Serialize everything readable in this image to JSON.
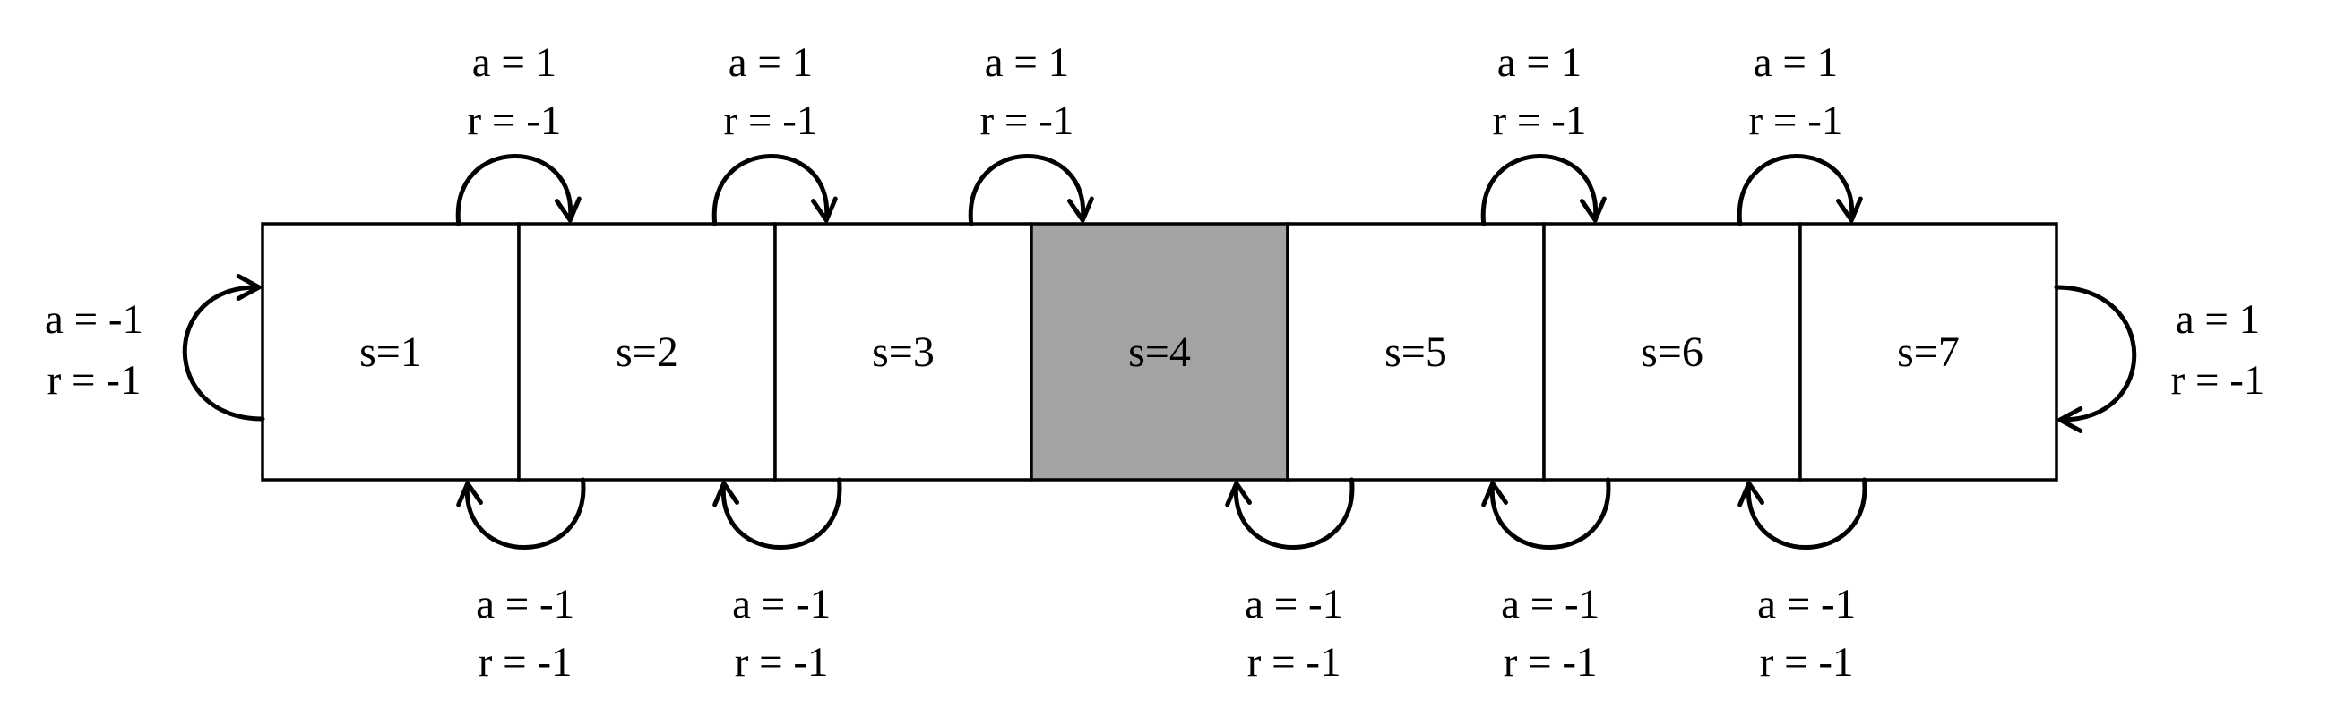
{
  "diagram": {
    "states": [
      {
        "label": "s=1",
        "highlighted": false
      },
      {
        "label": "s=2",
        "highlighted": false
      },
      {
        "label": "s=3",
        "highlighted": false
      },
      {
        "label": "s=4",
        "highlighted": true
      },
      {
        "label": "s=5",
        "highlighted": false
      },
      {
        "label": "s=6",
        "highlighted": false
      },
      {
        "label": "s=7",
        "highlighted": false
      }
    ],
    "colors": {
      "highlight_fill": "#a3a3a3",
      "state_fill": "#ffffff",
      "stroke": "#000000"
    },
    "transitions_top": [
      {
        "from": "s=1",
        "to": "s=2",
        "action": "a = 1",
        "reward": "r = -1"
      },
      {
        "from": "s=2",
        "to": "s=3",
        "action": "a = 1",
        "reward": "r = -1"
      },
      {
        "from": "s=3",
        "to": "s=4",
        "action": "a = 1",
        "reward": "r = -1"
      },
      {
        "from": "s=5",
        "to": "s=6",
        "action": "a = 1",
        "reward": "r = -1"
      },
      {
        "from": "s=6",
        "to": "s=7",
        "action": "a = 1",
        "reward": "r = -1"
      }
    ],
    "transitions_bottom": [
      {
        "from": "s=2",
        "to": "s=1",
        "action": "a = -1",
        "reward": "r = -1"
      },
      {
        "from": "s=3",
        "to": "s=2",
        "action": "a = -1",
        "reward": "r = -1"
      },
      {
        "from": "s=5",
        "to": "s=4",
        "action": "a = -1",
        "reward": "r = -1"
      },
      {
        "from": "s=6",
        "to": "s=5",
        "action": "a = -1",
        "reward": "r = -1"
      },
      {
        "from": "s=7",
        "to": "s=6",
        "action": "a = -1",
        "reward": "r = -1"
      }
    ],
    "self_loops": [
      {
        "state": "s=1",
        "action": "a = -1",
        "reward": "r = -1"
      },
      {
        "state": "s=7",
        "action": "a = 1",
        "reward": "r = -1"
      }
    ]
  }
}
